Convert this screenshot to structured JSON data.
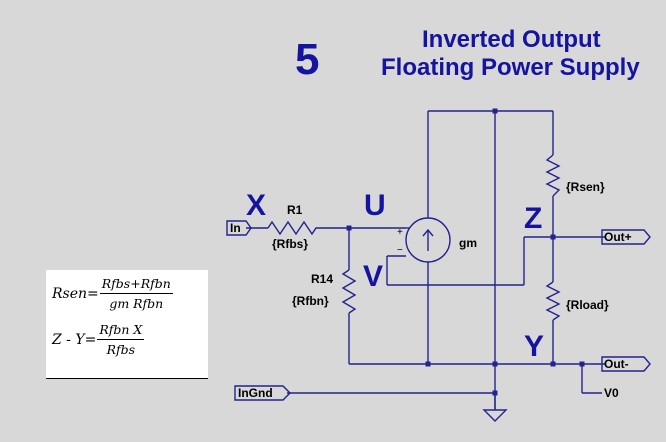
{
  "header": {
    "number": "5",
    "title_line1": "Inverted Output",
    "title_line2": "Floating Power Supply"
  },
  "nodes": {
    "x": "X",
    "u": "U",
    "v": "V",
    "z": "Z",
    "y": "Y"
  },
  "components": {
    "r1_name": "R1",
    "r1_value": "{Rfbs}",
    "r14_name": "R14",
    "r14_value": "{Rfbn}",
    "rsen_value": "{Rsen}",
    "rload_value": "{Rload}",
    "source_name": "gm",
    "plus": "+",
    "minus": "−"
  },
  "ports": {
    "in": "In",
    "in_gnd": "InGnd",
    "out_plus": "Out+",
    "out_minus": "Out-",
    "v0": "V0"
  },
  "equations": {
    "eq1_lhs": "Rsen=",
    "eq1_num": "Rfbs+Rfbn",
    "eq1_den": "gm Rfbn",
    "eq2_lhs": "Z - Y=",
    "eq2_num": "Rfbn X",
    "eq2_den": "Rfbs"
  },
  "colors": {
    "background": "#d8d8d8",
    "wire": "#23238e",
    "title": "#1414a0",
    "equation_box": "#ffffff"
  }
}
